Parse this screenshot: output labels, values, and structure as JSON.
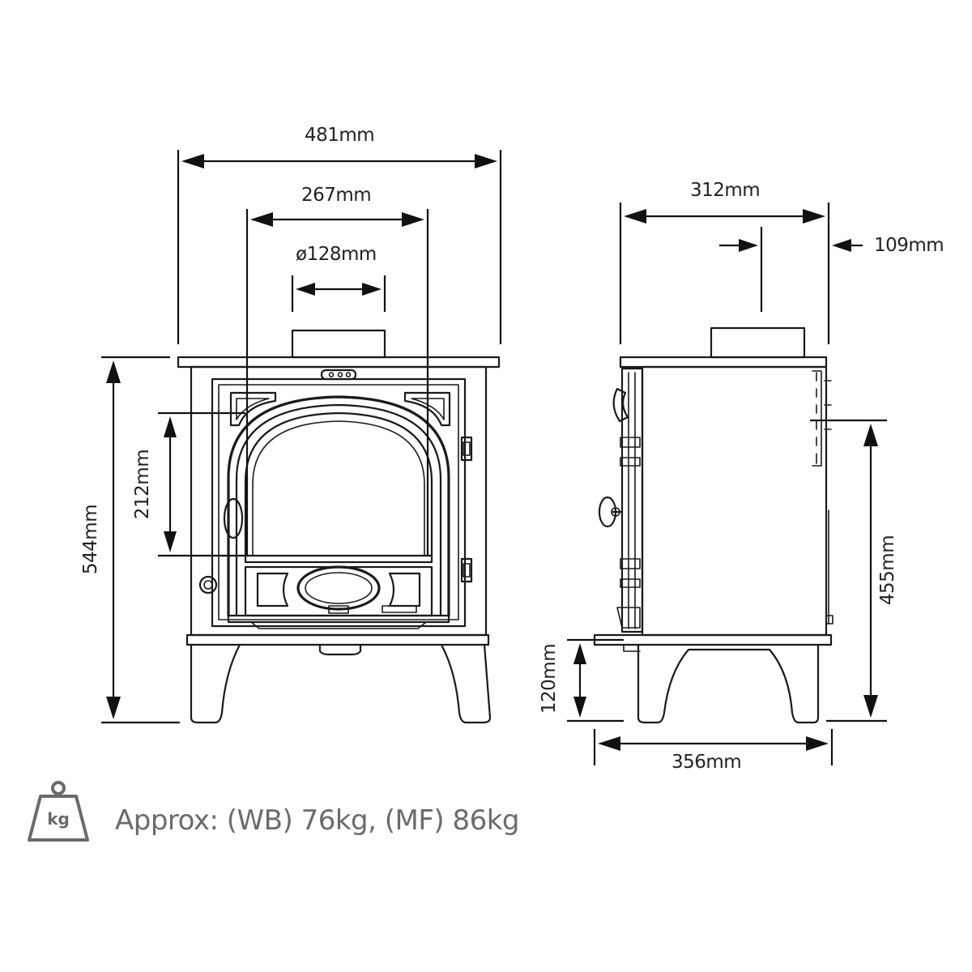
{
  "dimensions": {
    "overall_width": "481mm",
    "flue_spacing": "267mm",
    "flue_diameter": "ø128mm",
    "overall_height": "544mm",
    "glass_height": "212mm",
    "side_depth": "312mm",
    "flue_offset": "109mm",
    "flue_height": "455mm",
    "leg_height": "120mm",
    "base_depth": "356mm"
  },
  "weight": {
    "icon_label": "kg",
    "text": "Approx: (WB) 76kg, (MF) 86kg"
  },
  "colors": {
    "line": "#1a1a1a",
    "weight_text": "#6b6b6b"
  }
}
